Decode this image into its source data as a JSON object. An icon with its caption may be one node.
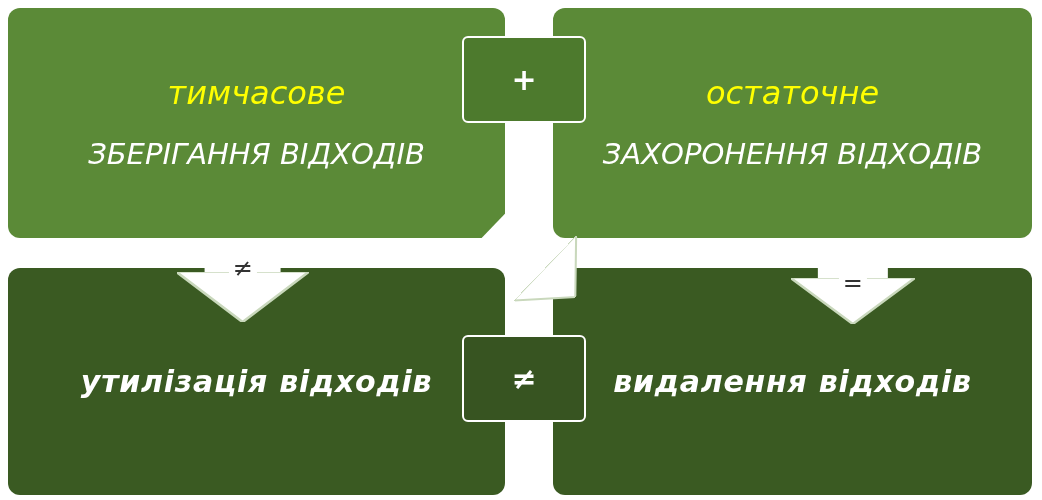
{
  "diagram": {
    "nodes": [
      {
        "text": [
          "тимчасове",
          "ЗБЕРІГАННЯ ВІДХОДІВ"
        ]
      },
      {
        "text": [
          "+"
        ]
      },
      {
        "text": [
          "остаточне",
          "ЗАХОРОНЕННЯ ВІДХОДІВ"
        ]
      },
      {
        "text": [
          "утилізація відходів"
        ]
      },
      {
        "text": [
          "≠"
        ]
      },
      {
        "text": [
          "видалення відходів"
        ]
      }
    ],
    "edges": [
      {
        "from": 0,
        "to": 3,
        "arrow": "to",
        "label": "≠"
      },
      {
        "from": 0,
        "to": 5,
        "arrow": "to"
      },
      {
        "from": 2,
        "to": 5,
        "arrow": "to",
        "label": "="
      }
    ]
  }
}
